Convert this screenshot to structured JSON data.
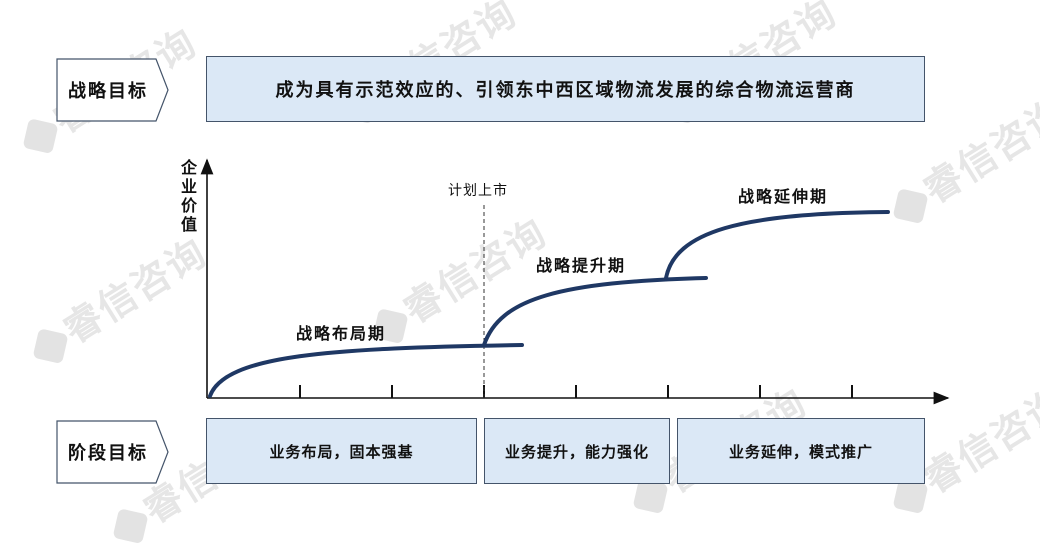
{
  "watermark": "睿信咨询",
  "strategy": {
    "label": "战略目标",
    "goal": "成为具有示范效应的、引领东中西区域物流发展的综合物流运营商"
  },
  "chart": {
    "yaxis_label": [
      "企",
      "业",
      "价",
      "值"
    ],
    "ipo_marker": "计划上市",
    "phases": [
      "战略布局期",
      "战略提升期",
      "战略延伸期"
    ]
  },
  "stages": {
    "label": "阶段目标",
    "items": [
      "业务布局，固本强基",
      "业务提升，能力强化",
      "业务延伸，模式推广"
    ]
  },
  "colors": {
    "box_fill": "#dbe8f6",
    "curve": "#1f3864",
    "border": "#44546a"
  }
}
